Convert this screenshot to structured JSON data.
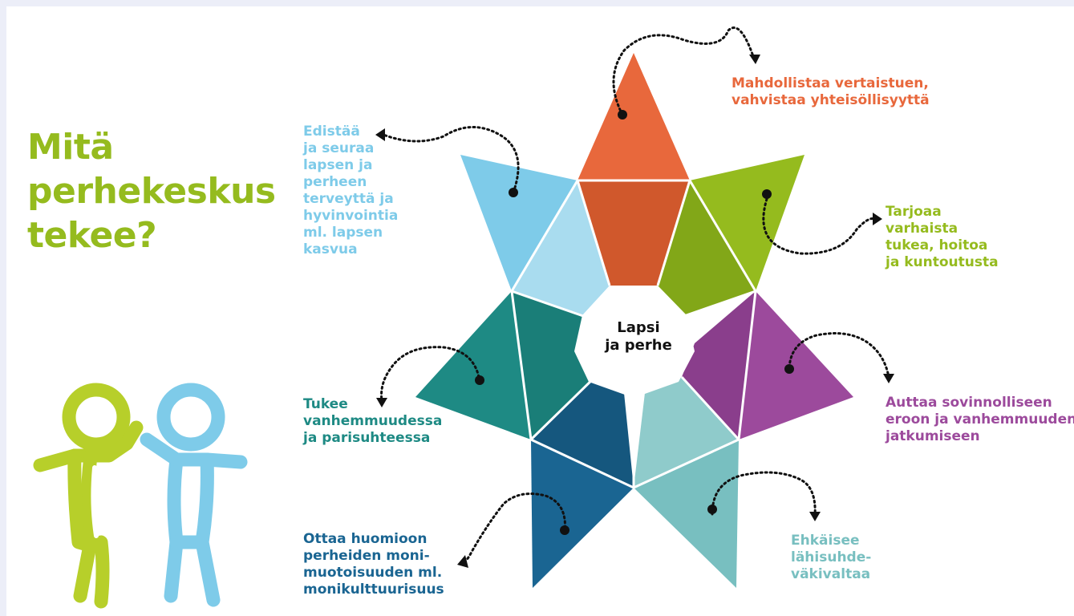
{
  "title": [
    "Mitä",
    "perhekeskus",
    "tekee?"
  ],
  "center": [
    "Lapsi",
    "ja perhe"
  ],
  "colors": {
    "title": "#95bb1e",
    "orange": "#e8683c",
    "lightblue": "#7ecbe9",
    "green": "#95bb1e",
    "purple": "#9c4a9c",
    "teal": "#1e8a84",
    "darkblue": "#1a6592",
    "paleteal": "#78bfc0"
  },
  "labels": {
    "orange": [
      "Mahdollistaa vertaistuen,",
      "vahvistaa yhteisöllisyyttä"
    ],
    "lightblue": [
      "Edistää",
      "ja seuraa",
      "lapsen ja",
      "perheen",
      "terveyttä ja",
      "hyvinvointia",
      "ml. lapsen",
      "kasvua"
    ],
    "green": [
      "Tarjoaa",
      "varhaista",
      "tukea, hoitoa",
      "ja kuntoutusta"
    ],
    "purple": [
      "Auttaa sovinnolliseen",
      "eroon ja vanhemmuuden",
      "jatkumiseen"
    ],
    "teal": [
      "Tukee",
      "vanhemmuudessa",
      "ja parisuhteessa"
    ],
    "darkblue": [
      "Ottaa huomioon",
      "perheiden moni-",
      "muotoisuuden ml.",
      "monikulttuurisuus"
    ],
    "paleteal": [
      "Ehkäisee",
      "lähisuhde-",
      "väkivaltaa"
    ]
  }
}
